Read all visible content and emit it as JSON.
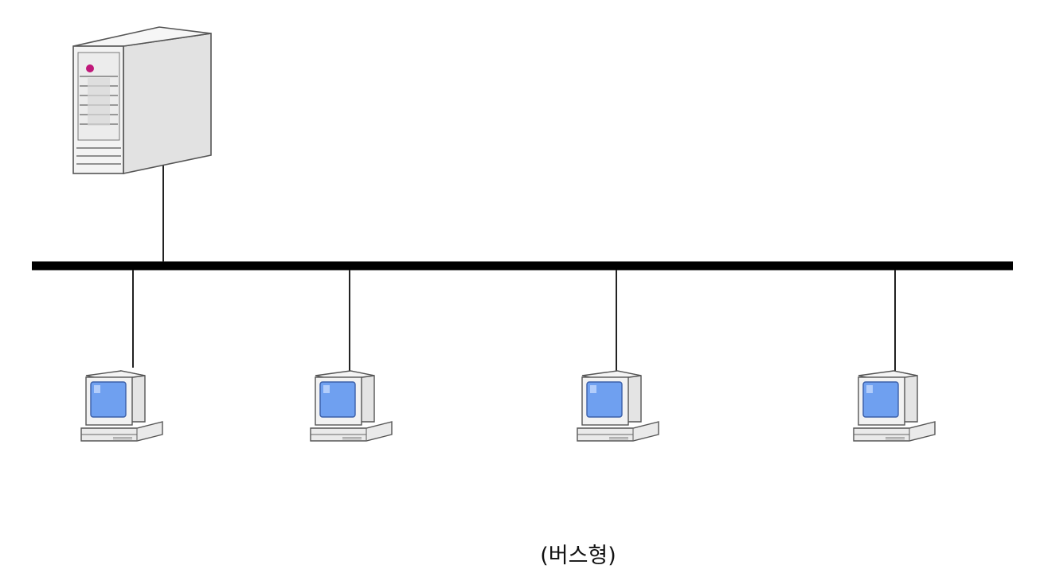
{
  "diagram": {
    "topology": "bus",
    "caption": "(버스형)",
    "nodes": [
      {
        "id": "server",
        "type": "server",
        "icon": "server-tower-icon"
      },
      {
        "id": "pc-1",
        "type": "workstation",
        "icon": "desktop-computer-icon"
      },
      {
        "id": "pc-2",
        "type": "workstation",
        "icon": "desktop-computer-icon"
      },
      {
        "id": "pc-3",
        "type": "workstation",
        "icon": "desktop-computer-icon"
      },
      {
        "id": "pc-4",
        "type": "workstation",
        "icon": "desktop-computer-icon"
      }
    ],
    "edges": [
      {
        "from": "server",
        "to": "bus-line"
      },
      {
        "from": "pc-1",
        "to": "bus-line"
      },
      {
        "from": "pc-2",
        "to": "bus-line"
      },
      {
        "from": "pc-3",
        "to": "bus-line"
      },
      {
        "from": "pc-4",
        "to": "bus-line"
      }
    ],
    "colors": {
      "bus": "#000000",
      "screen": "#6fa0f0",
      "case": "#f2f2f2",
      "outline": "#555555",
      "power_led": "#c0187a"
    }
  }
}
